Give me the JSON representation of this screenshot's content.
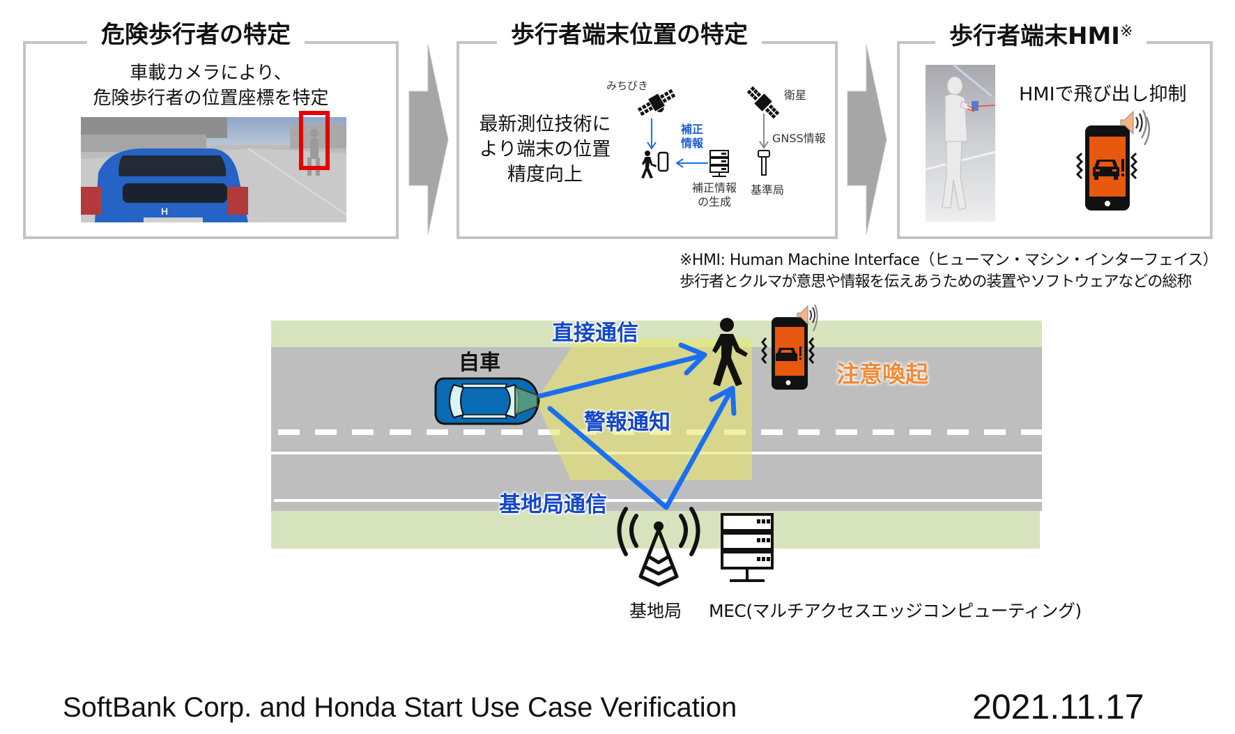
{
  "panels": [
    {
      "title": "危険歩行者の特定",
      "description_lines": [
        "車載カメラにより、",
        "危険歩行者の位置座標を特定"
      ],
      "image_alt": "車載カメラ映像（青い車と歩行者検出枠）"
    },
    {
      "title": "歩行者端末位置の特定",
      "description_lines": [
        "最新測位技術に",
        "より端末の位置",
        "精度向上"
      ],
      "labels": {
        "michibiki": "みちびき",
        "satellite": "衛星",
        "correction_info": [
          "補正",
          "情報"
        ],
        "gnss_info": "GNSS情報",
        "correction_gen": [
          "補正情報",
          "の生成"
        ],
        "reference_station": "基準局"
      }
    },
    {
      "title": "歩行者端末HMI",
      "title_mark": "※",
      "description": "HMIで飛び出し抑制",
      "image_alt": "スマートフォンを見ながら歩く歩行者"
    }
  ],
  "footnote": {
    "line1": "※HMI: Human Machine Interface（ヒューマン・マシン・インターフェイス）",
    "line2": "歩行者とクルマが意思や情報を伝えあうための装置やソフトウェアなどの総称"
  },
  "diagram": {
    "own_vehicle": "自車",
    "direct_comm": "直接通信",
    "alert_notify": "警報通知",
    "base_comm": "基地局通信",
    "attention": "注意喚起",
    "base_station": "基地局",
    "mec": "MEC(マルチアクセスエッジコンピューティング)"
  },
  "colors": {
    "arrow_blue": "#1a6ef0",
    "label_blue": "#1346c9",
    "alert_orange": "#e8580e",
    "attention_orange": "#f28a35",
    "road_gray": "#bebebe",
    "grass_green": "#d6e3bd",
    "sensor_yellow": "#e6e67a",
    "car_blue": "#0a6bb5"
  },
  "footer": {
    "caption": "SoftBank Corp. and Honda Start Use Case Verification",
    "date": "2021.11.17"
  }
}
